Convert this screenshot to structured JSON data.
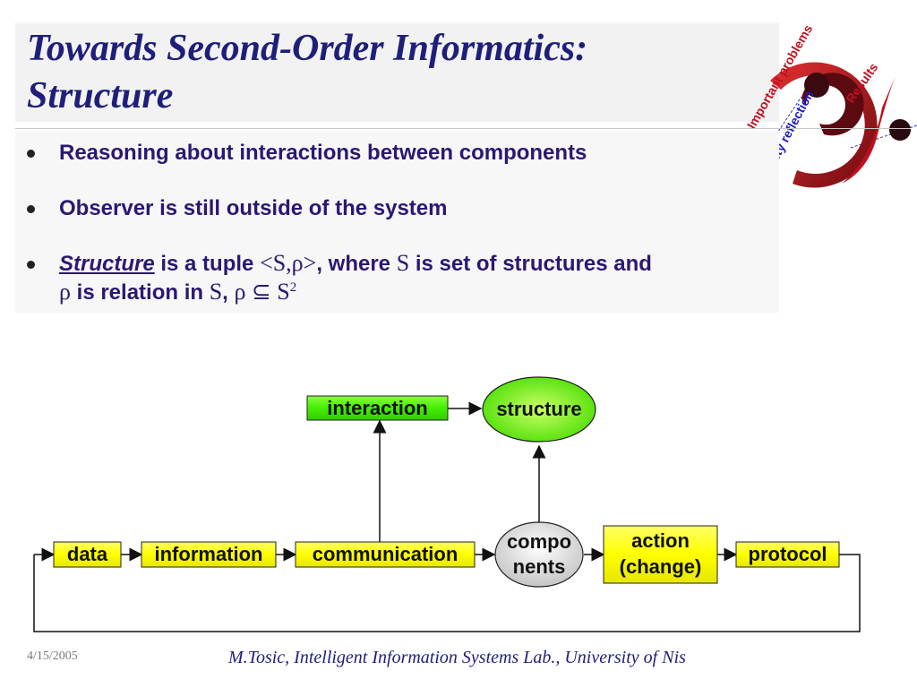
{
  "slide": {
    "title": "Towards Second-Order Informatics: Structure",
    "bullets": [
      {
        "text": "Reasoning about interactions between components"
      },
      {
        "text": "Observer is still outside of the system"
      },
      {
        "structure_word": "Structure",
        "part1": " is a tuple ",
        "tuple": "<S,ρ>",
        "part2": ", where ",
        "S": "S",
        "part3": " is set of structures and",
        "rho": "ρ",
        "part4": " is relation in ",
        "S2": "S",
        "comma": ", ",
        "rho2": "ρ",
        "subset": " ⊆ ",
        "S3": "S",
        "exp": "2"
      }
    ]
  },
  "diagram": {
    "nodes": {
      "interaction": "interaction",
      "structure": "structure",
      "data": "data",
      "information": "information",
      "communication": "communication",
      "components_line1": "compo",
      "components_line2": "nents",
      "action_line1": "action",
      "action_line2": "(change)",
      "protocol": "protocol"
    },
    "colors": {
      "green": "#66ff33",
      "yellow": "#ffff33",
      "gray": "#d8d8d8"
    }
  },
  "logo": {
    "label1": "Important problems",
    "label2": "Usability reflection",
    "label3": "Results",
    "colors": {
      "red": "#b0101a",
      "blue": "#1a1ac8"
    }
  },
  "footer": {
    "date": "4/15/2005",
    "credit": "M.Tosic, Intelligent Information Systems Lab., University of Nis"
  }
}
